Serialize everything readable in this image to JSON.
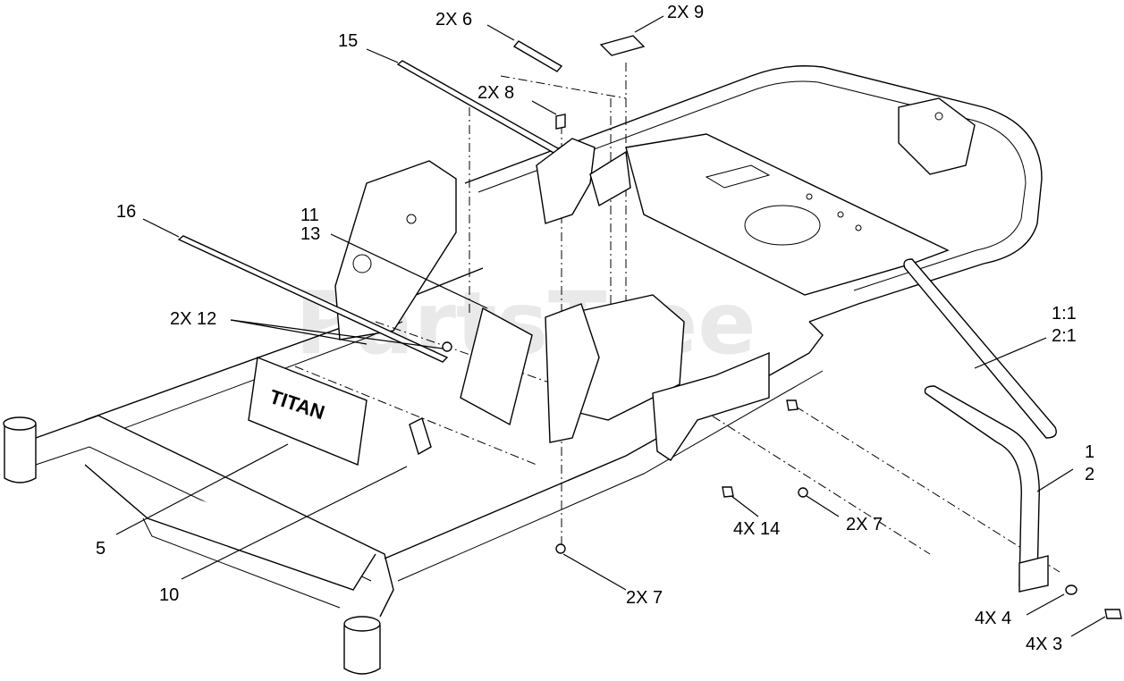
{
  "watermark": "PartsTree",
  "plate_text": "TITAN",
  "callouts": [
    {
      "id": "c-2x6",
      "text": "2X 6"
    },
    {
      "id": "c-2x9",
      "text": "2X 9"
    },
    {
      "id": "c-15",
      "text": "15"
    },
    {
      "id": "c-2x8",
      "text": "2X 8"
    },
    {
      "id": "c-16",
      "text": "16"
    },
    {
      "id": "c-11",
      "text": "11"
    },
    {
      "id": "c-13",
      "text": "13"
    },
    {
      "id": "c-2x12",
      "text": "2X 12"
    },
    {
      "id": "c-1-1",
      "text": "1:1"
    },
    {
      "id": "c-2-1",
      "text": "2:1"
    },
    {
      "id": "c-1",
      "text": "1"
    },
    {
      "id": "c-2",
      "text": "2"
    },
    {
      "id": "c-4x14",
      "text": "4X 14"
    },
    {
      "id": "c-2x7a",
      "text": "2X 7"
    },
    {
      "id": "c-5",
      "text": "5"
    },
    {
      "id": "c-10",
      "text": "10"
    },
    {
      "id": "c-2x7b",
      "text": "2X 7"
    },
    {
      "id": "c-4x4",
      "text": "4X 4"
    },
    {
      "id": "c-4x3",
      "text": "4X 3"
    }
  ]
}
